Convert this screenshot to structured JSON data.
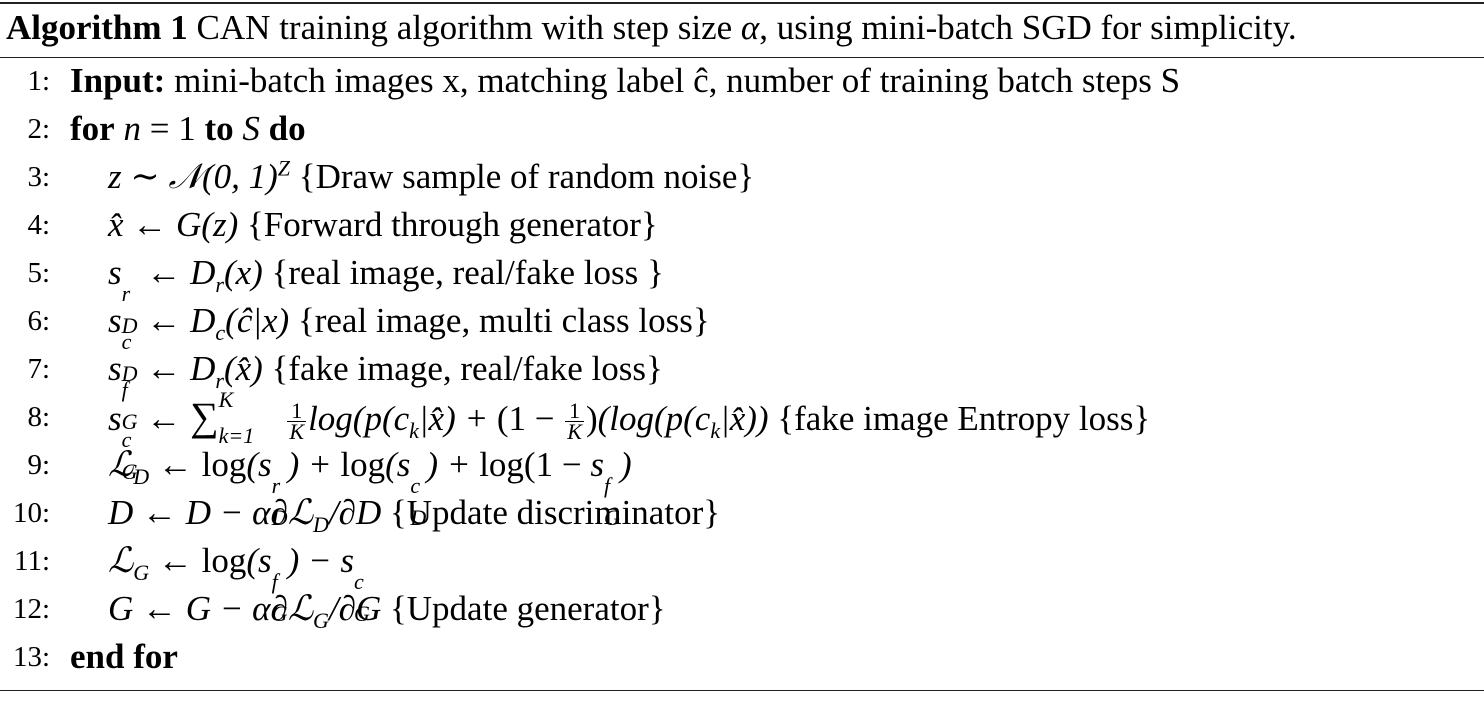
{
  "caption": {
    "label": "Algorithm 1",
    "text_before_alpha": " CAN training algorithm with step size ",
    "alpha": "α",
    "text_after_alpha": ", using mini-batch SGD for simplicity."
  },
  "steps": [
    {
      "num": "1:",
      "kw": "Input:",
      "text": " mini-batch images x, matching label ĉ, number of training batch steps S"
    },
    {
      "num": "2:",
      "text": "for n = 1 to S do"
    },
    {
      "num": "3:",
      "math": "z ∼ 𝒩(0, 1)",
      "sup": "Z",
      "comment": " {Draw sample of random noise}"
    },
    {
      "num": "4:",
      "math": "x̂ ← G(z)",
      "comment": " {Forward through generator}"
    },
    {
      "num": "5:",
      "comment": " {real image, real/fake loss }"
    },
    {
      "num": "6:",
      "comment": " {real image, multi class loss}"
    },
    {
      "num": "7:",
      "comment": " {fake image, real/fake loss}"
    },
    {
      "num": "8:",
      "comment": " {fake image Entropy loss}"
    },
    {
      "num": "9:"
    },
    {
      "num": "10:",
      "math": "D ← D − α∂ℒ",
      "comment": " {Update discriminator}"
    },
    {
      "num": "11:"
    },
    {
      "num": "12:",
      "math": "G ← G − α∂ℒ",
      "comment": " {Update generator}"
    },
    {
      "num": "13:",
      "text": "end for"
    }
  ],
  "keywords": {
    "for": "for",
    "to": "to",
    "do": "do",
    "end_for": "end for"
  }
}
